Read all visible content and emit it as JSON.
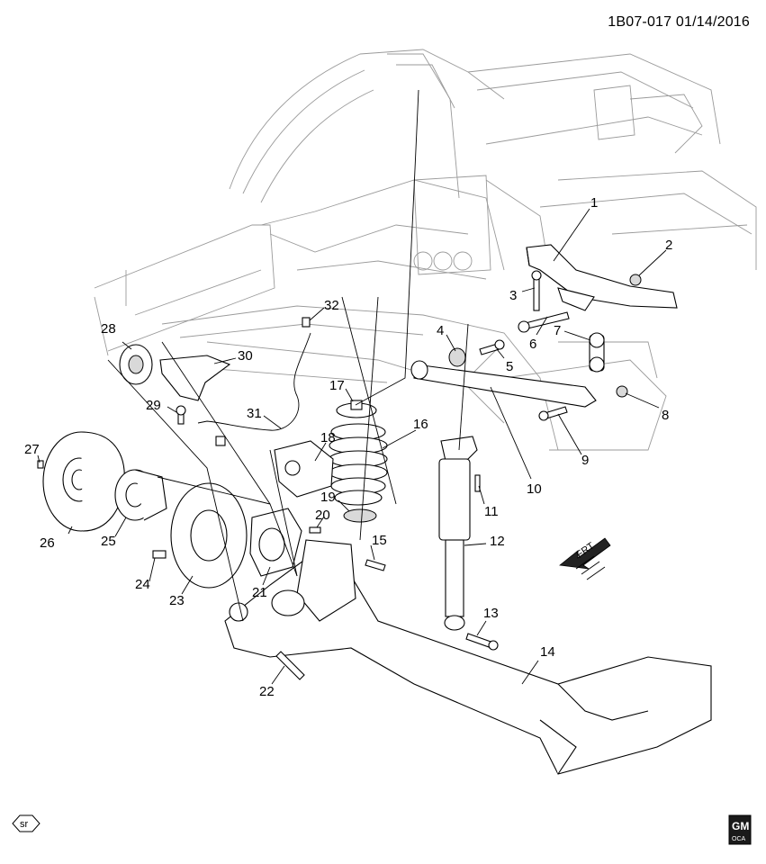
{
  "header": {
    "diagram_id": "1B07-017",
    "date": "01/14/2016"
  },
  "orientation": {
    "label": "FRT"
  },
  "footer": {
    "sr_label": "sr",
    "brand_top": "GM",
    "brand_bottom": "OCA"
  },
  "callouts": [
    {
      "id": "c1",
      "label": "1"
    },
    {
      "id": "c2",
      "label": "2"
    },
    {
      "id": "c3",
      "label": "3"
    },
    {
      "id": "c4",
      "label": "4"
    },
    {
      "id": "c5",
      "label": "5"
    },
    {
      "id": "c6",
      "label": "6"
    },
    {
      "id": "c7",
      "label": "7"
    },
    {
      "id": "c8",
      "label": "8"
    },
    {
      "id": "c9",
      "label": "9"
    },
    {
      "id": "c10",
      "label": "10"
    },
    {
      "id": "c11",
      "label": "11"
    },
    {
      "id": "c12",
      "label": "12"
    },
    {
      "id": "c13",
      "label": "13"
    },
    {
      "id": "c14",
      "label": "14"
    },
    {
      "id": "c15",
      "label": "15"
    },
    {
      "id": "c16",
      "label": "16"
    },
    {
      "id": "c17",
      "label": "17"
    },
    {
      "id": "c18",
      "label": "18"
    },
    {
      "id": "c19",
      "label": "19"
    },
    {
      "id": "c20",
      "label": "20"
    },
    {
      "id": "c21",
      "label": "21"
    },
    {
      "id": "c22",
      "label": "22"
    },
    {
      "id": "c23",
      "label": "23"
    },
    {
      "id": "c24",
      "label": "24"
    },
    {
      "id": "c25",
      "label": "25"
    },
    {
      "id": "c26",
      "label": "26"
    },
    {
      "id": "c27",
      "label": "27"
    },
    {
      "id": "c28",
      "label": "28"
    },
    {
      "id": "c29",
      "label": "29"
    },
    {
      "id": "c30",
      "label": "30"
    },
    {
      "id": "c31",
      "label": "31"
    },
    {
      "id": "c32",
      "label": "32"
    }
  ]
}
